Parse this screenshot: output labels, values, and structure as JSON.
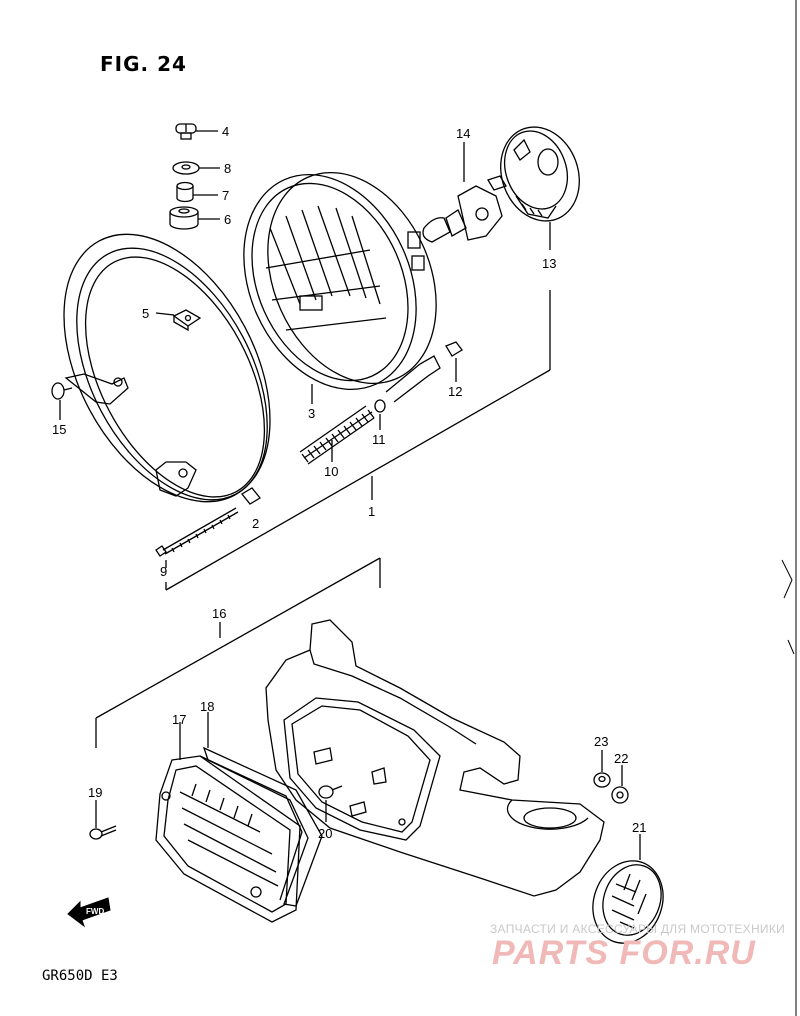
{
  "figure": {
    "title": "FIG. 24",
    "model": "GR650D  E3"
  },
  "callouts": [
    "1",
    "2",
    "3",
    "4",
    "5",
    "6",
    "7",
    "8",
    "9",
    "10",
    "11",
    "12",
    "13",
    "14",
    "15",
    "16",
    "17",
    "18",
    "19",
    "20",
    "21",
    "22",
    "23"
  ],
  "direction_marker": {
    "label": "FWD"
  },
  "watermark": {
    "tagline": "ЗАПЧАСТИ И АКСЕССУАРЫ ДЛЯ МОТОТЕХНИКИ",
    "brand": "PARTS FOR.RU",
    "brand_color": "#e05a5a"
  }
}
